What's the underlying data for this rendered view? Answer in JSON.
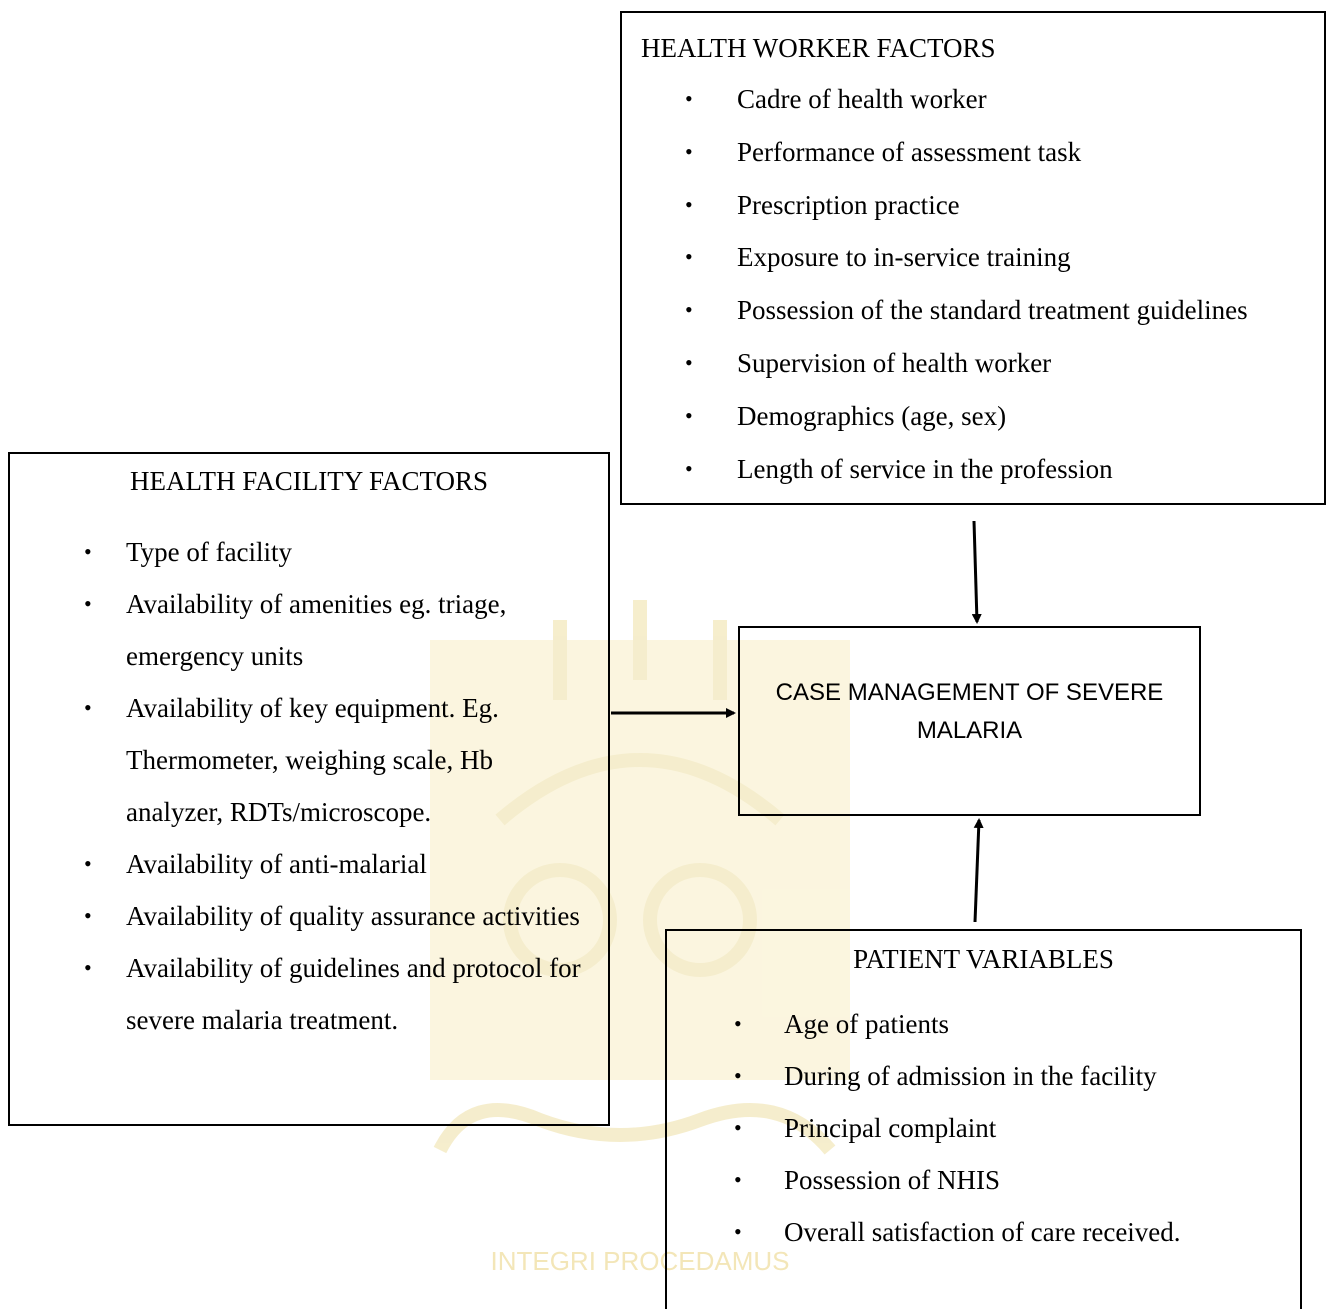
{
  "health_worker": {
    "heading": "HEALTH WORKER FACTORS",
    "items": [
      "Cadre of health worker",
      "Performance of assessment task",
      "Prescription practice",
      "Exposure to in-service training",
      "Possession of the standard treatment guidelines",
      "Supervision of health worker",
      "Demographics (age, sex)",
      "Length of service in the profession"
    ]
  },
  "health_facility": {
    "heading": "HEALTH FACILITY FACTORS",
    "items": [
      "Type of facility",
      "Availability of amenities eg. triage, emergency units",
      "Availability of key equipment. Eg. Thermometer, weighing scale, Hb analyzer, RDTs/microscope.",
      "Availability of anti-malarial",
      "Availability of quality assurance activities",
      "Availability of guidelines and protocol for severe malaria treatment."
    ]
  },
  "case_management": {
    "text": "CASE MANAGEMENT OF SEVERE MALARIA"
  },
  "patient": {
    "heading": "PATIENT VARIABLES",
    "items": [
      "Age of patients",
      "During of admission in the facility",
      "Principal complaint",
      "Possession of NHIS",
      "Overall satisfaction of care received."
    ]
  },
  "watermark": {
    "motto": "INTEGRI PROCEDAMUS",
    "color": "#f3e6b8"
  },
  "bullet": "•"
}
